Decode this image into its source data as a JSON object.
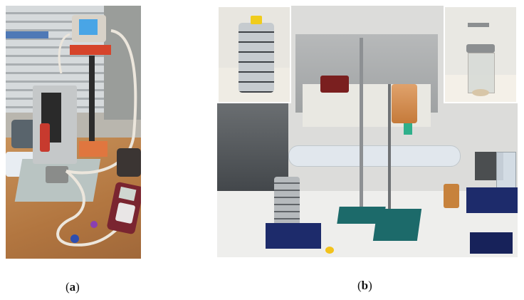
{
  "figure": {
    "panels": [
      {
        "id": "a",
        "label_text": "a",
        "image_description": "Benchtop photo: syringe-type cartridge press on grey base plate, red clamp column with digital flow sensor on top, handheld red data-logger meter connected by white tubing with blue and purple connectors, stack of face masks at left, window blinds in background"
      },
      {
        "id": "b",
        "label_text": "b",
        "image_description": "Laboratory bench photo: horizontal transparent glass tube held by retort stands on teal bases, stacked stainless-steel cylindrical filter holder on blue lab jack, red peristaltic pump, orange liquid container, fume hood in background",
        "insets": [
          {
            "position": "top-left",
            "image_description": "Stacked stainless-steel cylindrical cell holder with yellow cap and red-tipped wire frame"
          },
          {
            "position": "top-right",
            "image_description": "Glass impinger / bubbler with stainless-steel head and side outlet"
          }
        ]
      }
    ],
    "colors": {
      "background": "#ffffff",
      "label_text": "#111111"
    }
  }
}
